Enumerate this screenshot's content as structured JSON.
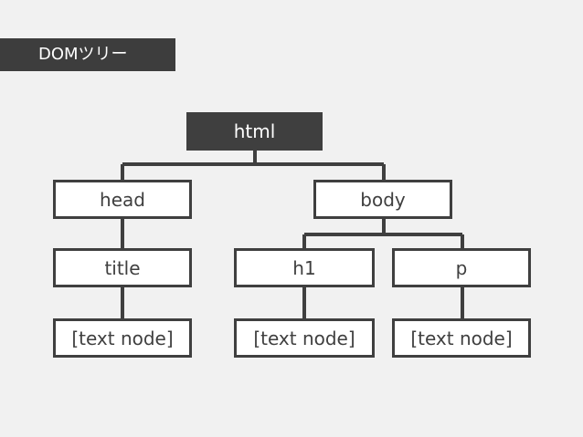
{
  "slide": {
    "title": "DOMツリー"
  },
  "tree": {
    "html": "html",
    "head": "head",
    "body": "body",
    "title": "title",
    "h1": "h1",
    "p": "p",
    "text_node_title": "[text node]",
    "text_node_h1": "[text node]",
    "text_node_p": "[text node]"
  },
  "colors": {
    "background": "#f1f1f1",
    "node_border": "#3f3f3f",
    "root_fill": "#3f3f3f",
    "title_bar": "#3d3d3d"
  }
}
